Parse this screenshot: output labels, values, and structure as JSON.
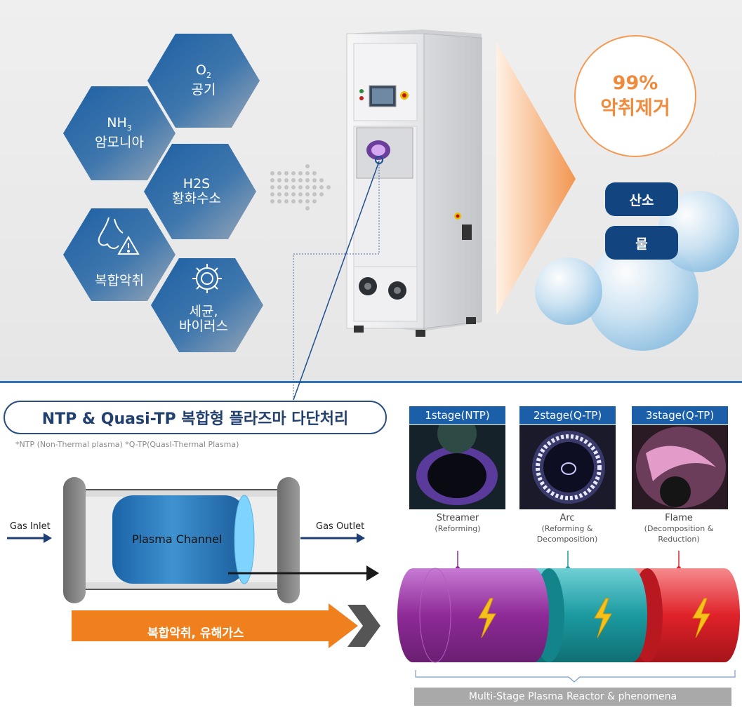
{
  "hexagons": [
    {
      "line1": "O",
      "sub": "2",
      "line2": "공기"
    },
    {
      "line1": "NH",
      "sub": "3",
      "line2": "암모니아"
    },
    {
      "line1": "H2S",
      "sub": "",
      "line2": "황화수소"
    },
    {
      "line1": "",
      "sub": "",
      "line2": "복합악취"
    },
    {
      "line1": "세균,",
      "sub": "",
      "line2": "바이러스"
    }
  ],
  "result": {
    "percent": "99%",
    "label": "악취제거"
  },
  "products": [
    "산소",
    "물"
  ],
  "section_title": "NTP & Quasi-TP 복합형 플라즈마 다단처리",
  "footnote": "*NTP (Non-Thermal plasma) *Q-TP(QuasI-Thermal Plasma)",
  "reactor": {
    "gas_inlet": "Gas Inlet",
    "gas_outlet": "Gas Outlet",
    "channel": "Plasma Channel",
    "input_label": "복합악취, 유해가스"
  },
  "stages": [
    {
      "tab": "1stage(NTP)",
      "name": "Streamer",
      "detail": "(Reforming)",
      "color": "#8e2a97"
    },
    {
      "tab": "2stage(Q-TP)",
      "name": "Arc",
      "detail": "(Reforming &\nDecomposition)",
      "color": "#1b9aa0"
    },
    {
      "tab": "3stage(Q-TP)",
      "name": "Flame",
      "detail": "(Decomposition &\nReduction)",
      "color": "#e0222a"
    }
  ],
  "multi_stage_label": "Multi-Stage Plasma Reactor & phenomena",
  "colors": {
    "navy": "#12457f",
    "blue": "#2f73b8",
    "orange": "#f08a3c"
  },
  "icons": [
    "nose-warning-icon",
    "virus-icon",
    "lightning-icon"
  ]
}
